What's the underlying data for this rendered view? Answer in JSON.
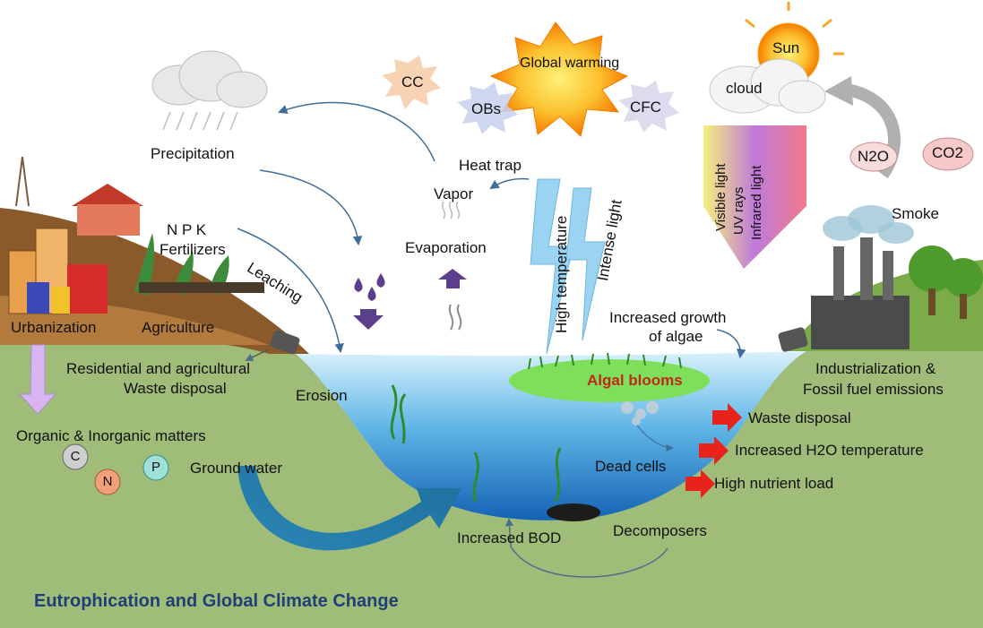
{
  "title": "Eutrophication and Global Climate Change",
  "labels": {
    "global_warming": "Global warming",
    "sun": "Sun",
    "cloud": "cloud",
    "cc": "CC",
    "obs": "OBs",
    "cfc": "CFC",
    "n2o": "N2O",
    "co2": "CO2",
    "smoke": "Smoke",
    "precipitation": "Precipitation",
    "heat_trap": "Heat trap",
    "vapor": "Vapor",
    "evaporation": "Evaporation",
    "high_temperature": "High temperature",
    "intense_light": "Intense light",
    "visible_light": "Visible light",
    "uv_rays": "UV rays",
    "infrared_light": "Infrared light",
    "npk_line1": "N P K",
    "npk_line2": "Fertilizers",
    "leaching": "Leaching",
    "urbanization": "Urbanization",
    "agriculture": "Agriculture",
    "residential_line1": "Residential and agricultural",
    "residential_line2": "Waste disposal",
    "erosion": "Erosion",
    "organic_inorganic": "Organic & Inorganic matters",
    "c": "C",
    "n": "N",
    "p": "P",
    "ground_water": "Ground water",
    "increased_growth_line1": "Increased growth",
    "increased_growth_line2": "of algae",
    "algal_blooms": "Algal blooms",
    "industrialization_line1": "Industrialization &",
    "industrialization_line2": "Fossil fuel emissions",
    "waste_disposal": "Waste disposal",
    "increased_h2o_temp": "Increased H2O temperature",
    "dead_cells": "Dead cells",
    "high_nutrient_load": "High nutrient load",
    "increased_bod": "Increased BOD",
    "decomposers": "Decomposers"
  },
  "colors": {
    "ground": "#9fbd78",
    "water_light": "#bfe6f7",
    "water_deep": "#1b76c2",
    "title": "#1f3f76",
    "algal_text": "#c0281a",
    "red_arrow": "#e8231b",
    "sun_orange": "#f59a1a",
    "purple_drop": "#5b3e8c"
  }
}
